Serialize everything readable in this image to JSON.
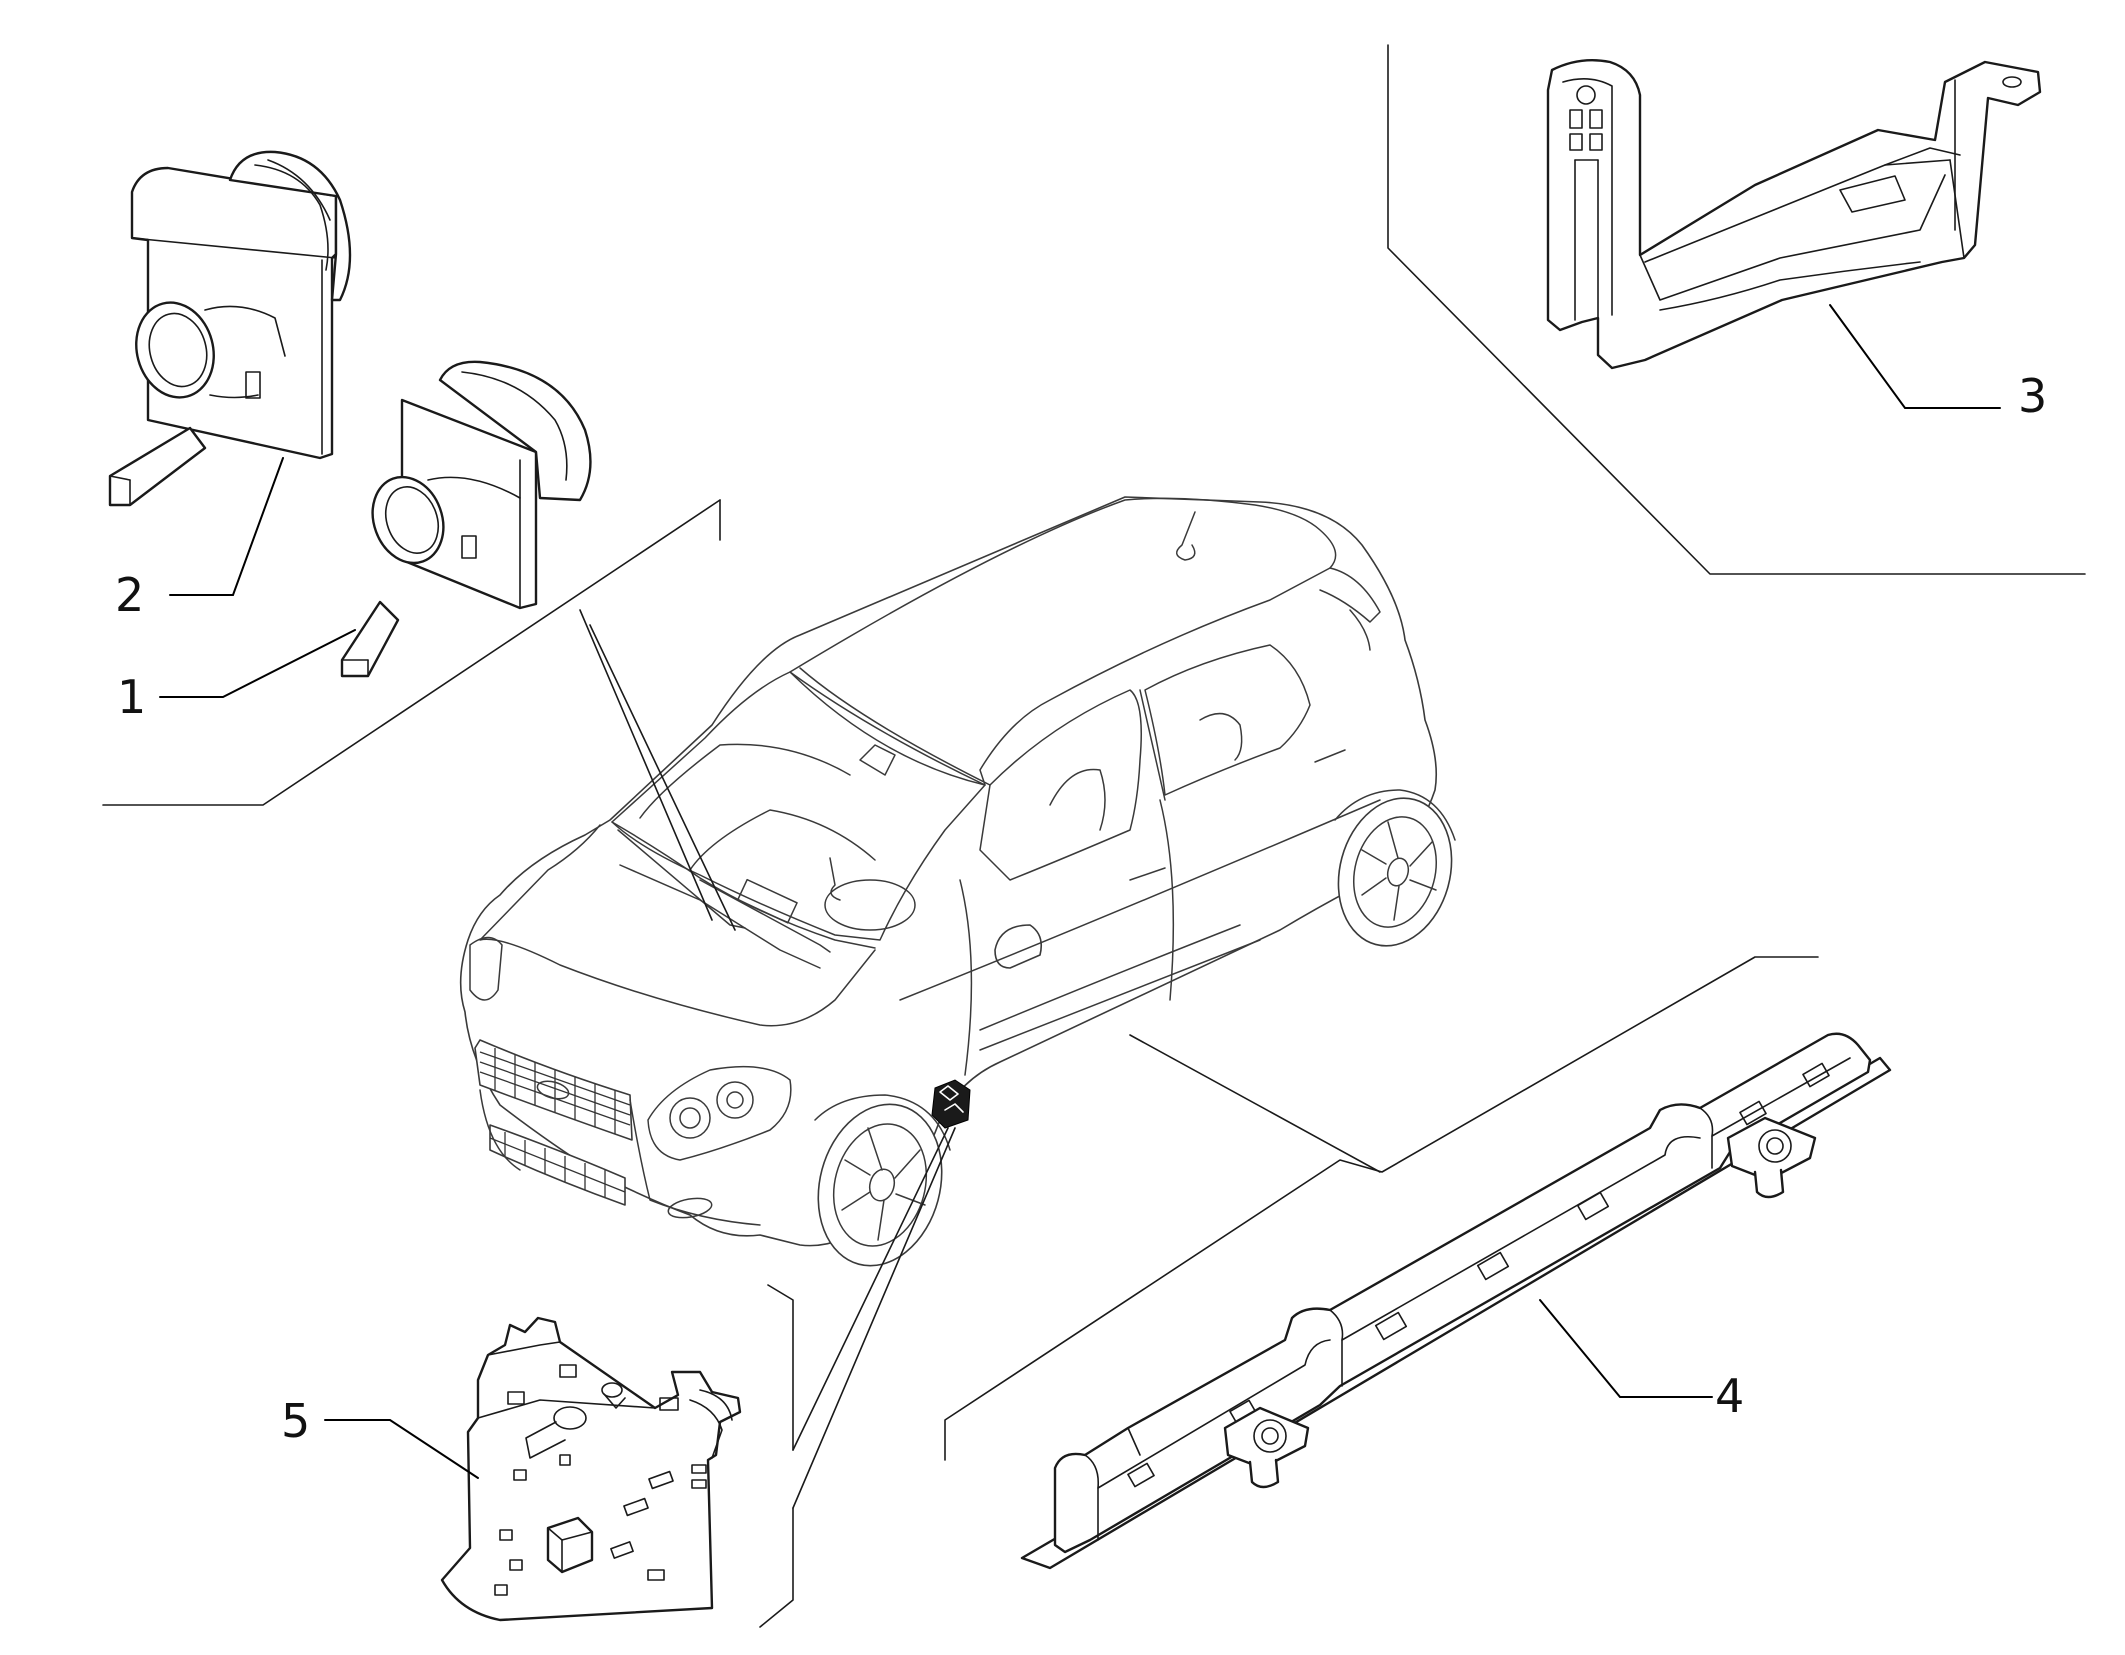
{
  "callouts": [
    {
      "id": "1",
      "label": "1"
    },
    {
      "id": "2",
      "label": "2"
    },
    {
      "id": "3",
      "label": "3"
    },
    {
      "id": "4",
      "label": "4"
    },
    {
      "id": "5",
      "label": "5"
    }
  ],
  "colors": {
    "line": "#1a1a1a",
    "background": "#ffffff"
  }
}
